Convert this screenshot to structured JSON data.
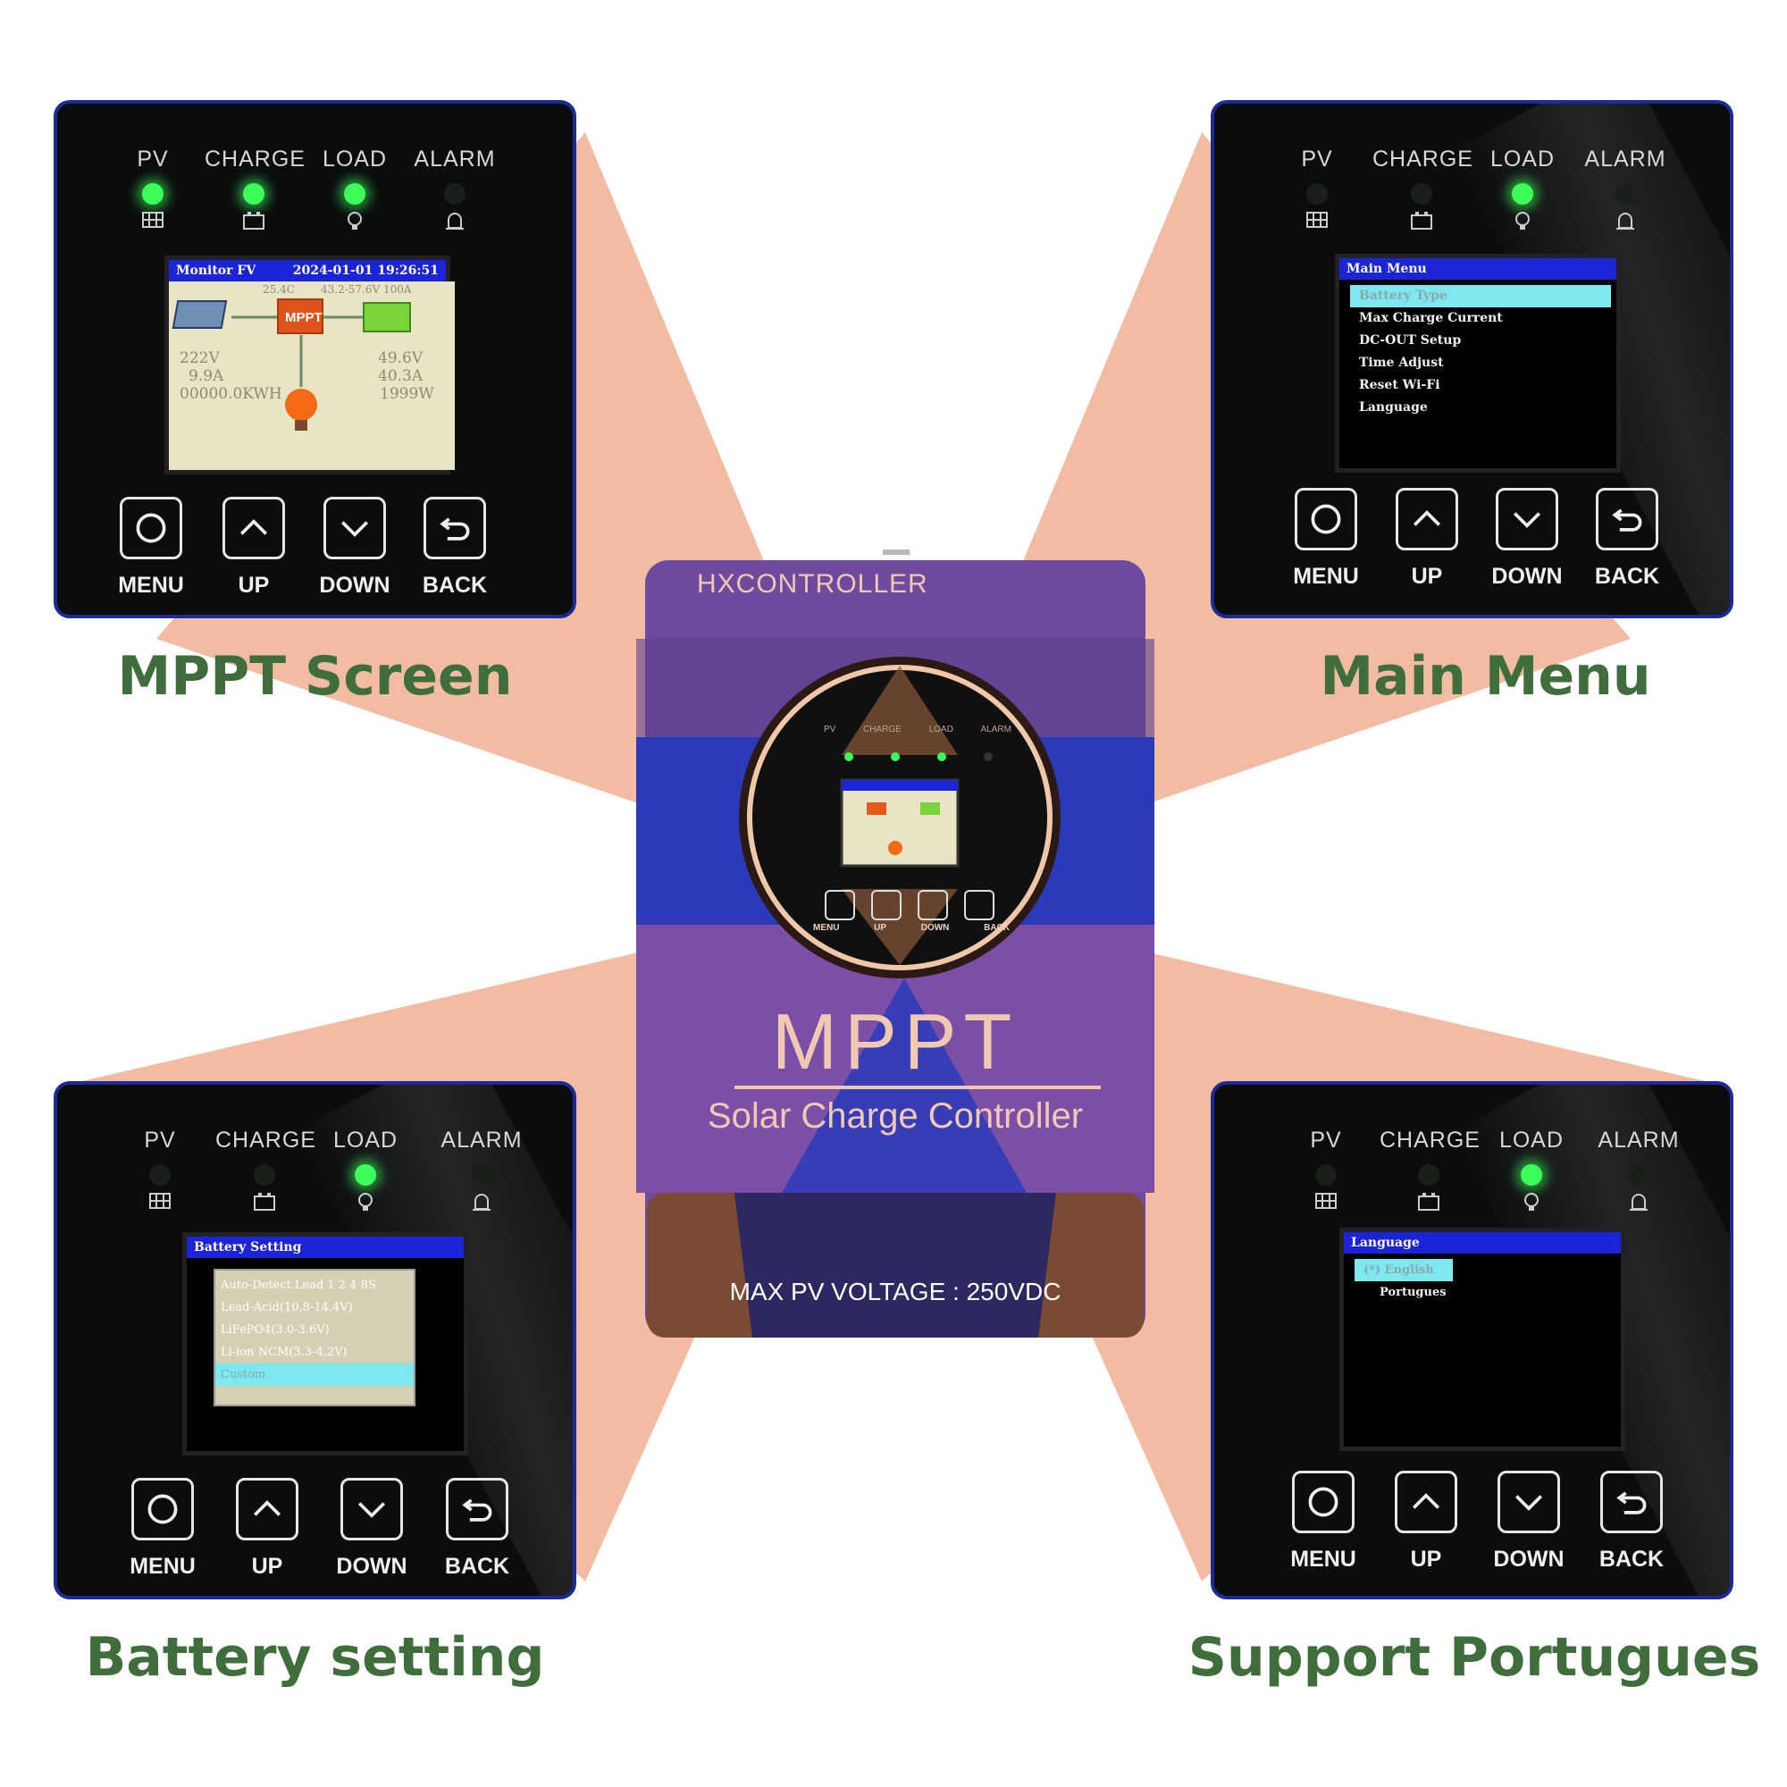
{
  "brand": "HXCONTROLLER",
  "device": {
    "title": "MPPT",
    "subtitle": "Solar Charge Controller",
    "max_pv": "MAX PV VOLTAGE : 250VDC",
    "indicators": [
      "PV",
      "CHARGE",
      "LOAD",
      "ALARM"
    ],
    "buttons": [
      "MENU",
      "UP",
      "DOWN",
      "BACK"
    ]
  },
  "panels": {
    "mppt": {
      "caption": "MPPT Screen",
      "indicators": [
        {
          "label": "PV",
          "on": true
        },
        {
          "label": "CHARGE",
          "on": true
        },
        {
          "label": "LOAD",
          "on": true
        },
        {
          "label": "ALARM",
          "on": false
        }
      ],
      "screen_title": "Monitor FV",
      "datetime": "2024-01-01 19:26:51",
      "temp": "25.4C",
      "range": "43.2-57.6V 100A",
      "mppt_label": "MPPT",
      "pv_voltage": "222V",
      "pv_current": "9.9A",
      "energy": "00000.0KWH",
      "bat_voltage": "49.6V",
      "bat_current": "40.3A",
      "power": "1999W",
      "buttons": [
        "MENU",
        "UP",
        "DOWN",
        "BACK"
      ]
    },
    "main_menu": {
      "caption": "Main Menu",
      "indicators": [
        {
          "label": "PV",
          "on": false
        },
        {
          "label": "CHARGE",
          "on": false
        },
        {
          "label": "LOAD",
          "on": true
        },
        {
          "label": "ALARM",
          "on": false
        }
      ],
      "screen_title": "Main Menu",
      "items": [
        "Battery Type",
        "Max Charge Current",
        "DC-OUT Setup",
        "Time Adjust",
        "Reset Wi-Fi",
        "Language"
      ],
      "buttons": [
        "MENU",
        "UP",
        "DOWN",
        "BACK"
      ]
    },
    "battery": {
      "caption": "Battery setting",
      "indicators": [
        {
          "label": "PV",
          "on": false
        },
        {
          "label": "CHARGE",
          "on": false
        },
        {
          "label": "LOAD",
          "on": true
        },
        {
          "label": "ALARM",
          "on": false
        }
      ],
      "screen_title": "Battery Setting",
      "items": [
        "Auto-Detect Lead 1 2 4 8S",
        "Lead-Acid(10.8-14.4V)",
        "LiFePO4(3.0-3.6V)",
        "Li-ion NCM(3.3-4.2V)",
        "Custom"
      ],
      "buttons": [
        "MENU",
        "UP",
        "DOWN",
        "BACK"
      ]
    },
    "language": {
      "caption": "Support Portugues",
      "indicators": [
        {
          "label": "PV",
          "on": false
        },
        {
          "label": "CHARGE",
          "on": false
        },
        {
          "label": "LOAD",
          "on": true
        },
        {
          "label": "ALARM",
          "on": false
        }
      ],
      "screen_title": "Language",
      "items": [
        "(*) English",
        "Portugues"
      ],
      "buttons": [
        "MENU",
        "UP",
        "DOWN",
        "BACK"
      ]
    }
  },
  "colors": {
    "ray": "#f2bca2",
    "frame": "#1d2a9a",
    "caption": "#3f6e3c",
    "device_purple": "#7b4fa5",
    "device_blue": "#2838b8",
    "device_brown": "#7a4a33",
    "lcd_header": "#1b24d6",
    "lcd_select": "#7de8f0",
    "led_on": "#3dff5a"
  }
}
